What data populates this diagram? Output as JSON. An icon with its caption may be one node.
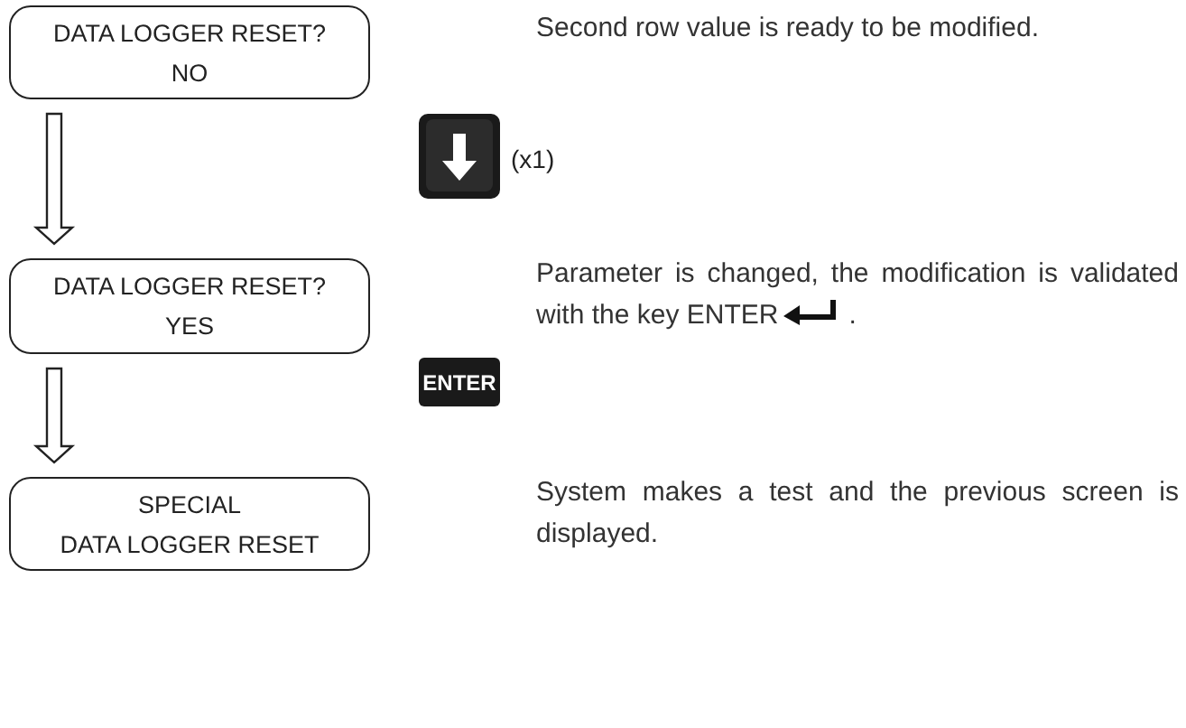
{
  "diagram": {
    "nodes": [
      {
        "text": [
          "DATA LOGGER RESET?",
          "NO"
        ]
      },
      {
        "text": [
          "DATA LOGGER RESET?",
          "YES"
        ]
      },
      {
        "text": [
          "SPECIAL",
          "DATA LOGGER RESET"
        ]
      }
    ],
    "edges": [
      {
        "from": 0,
        "to": 1,
        "arrow": "to"
      },
      {
        "from": 1,
        "to": 2,
        "arrow": "to"
      }
    ],
    "labels": [
      "Second row value is ready to be modified.",
      "(x1)",
      "Parameter is changed, the modification is validated with the key ENTER",
      ".",
      "ENTER",
      "System makes a test and the previous screen is displayed."
    ]
  }
}
